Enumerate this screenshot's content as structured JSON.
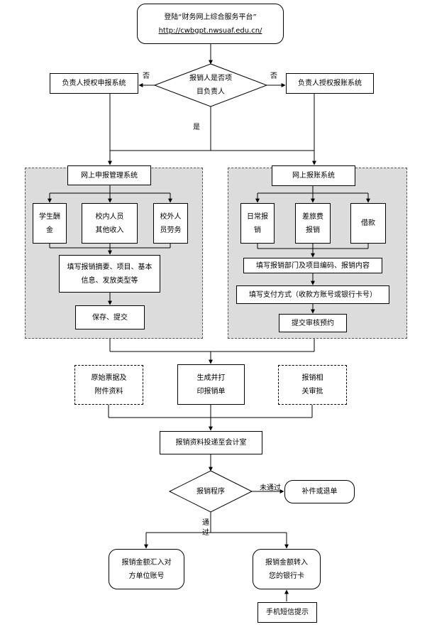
{
  "start": {
    "title": "登陆“财务网上综合服务平台”",
    "url": "http://cwbgpt.nwsuaf.edu.cn/"
  },
  "decision1": {
    "line1": "报销人是否项",
    "line2": "目负责人"
  },
  "left_auth": "负责人授权申报系统",
  "right_auth": "负责人授权报账系统",
  "labels": {
    "no_left": "否",
    "no_right": "否",
    "yes": "是",
    "not_passed": "未通过",
    "passed_1": "通",
    "passed_2": "过"
  },
  "left_panel": {
    "header": "网上申报管理系统",
    "items": [
      {
        "line1": "学生酬",
        "line2": "金"
      },
      {
        "line1": "校内人员",
        "line2": "其他收入"
      },
      {
        "line1": "校外人",
        "line2": "员劳务"
      }
    ],
    "fill": {
      "line1": "填写报销摘要、项目、基本",
      "line2": "信息、发放类型等"
    },
    "save": "保存、提交"
  },
  "right_panel": {
    "header": "网上报账系统",
    "items": [
      {
        "line1": "日常报",
        "line2": "销"
      },
      {
        "line1": "差旅费",
        "line2": "报销"
      },
      {
        "line1": "借款",
        "line2": ""
      }
    ],
    "fill1": "填写报销部门及项目编码、报销内容",
    "fill2": "填写支付方式（收款方账号或银行卡号）",
    "submit": "提交审核预约"
  },
  "middle": {
    "left": {
      "line1": "原始票据及",
      "line2": "附件资料"
    },
    "center": {
      "line1": "生成并打",
      "line2": "印报销单"
    },
    "right": {
      "line1": "报销相",
      "line2": "关审批"
    }
  },
  "deliver": "报销资料投递至会计室",
  "decision2": "报销程序",
  "reject": "补件或退单",
  "end_left": {
    "line1": "报销金额汇入对",
    "line2": "方单位账号"
  },
  "end_right": {
    "line1": "报销金额转入",
    "line2": "您的银行卡"
  },
  "sms": "手机短信提示"
}
